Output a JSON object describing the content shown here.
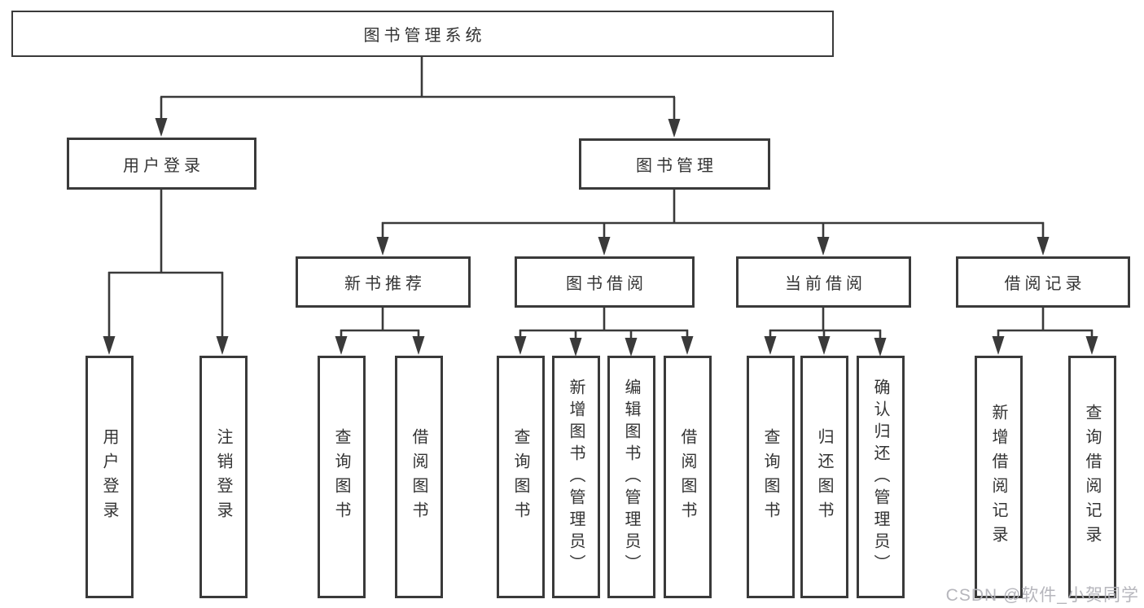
{
  "diagram": {
    "root": {
      "label": "图书管理系统"
    },
    "level2": {
      "user": {
        "label": "用户登录"
      },
      "book": {
        "label": "图书管理"
      }
    },
    "level3": {
      "new_books": {
        "label": "新书推荐"
      },
      "borrow": {
        "label": "图书借阅"
      },
      "current": {
        "label": "当前借阅"
      },
      "records": {
        "label": "借阅记录"
      }
    },
    "leaves": {
      "user": [
        {
          "label": "用户登录"
        },
        {
          "label": "注销登录"
        }
      ],
      "new_books": [
        {
          "label": "查询图书"
        },
        {
          "label": "借阅图书"
        }
      ],
      "borrow": [
        {
          "label": "查询图书"
        },
        {
          "label": "新增图书（管理员）"
        },
        {
          "label": "编辑图书（管理员）"
        },
        {
          "label": "借阅图书"
        }
      ],
      "current": [
        {
          "label": "查询图书"
        },
        {
          "label": "归还图书"
        },
        {
          "label": "确认归还（管理员）"
        }
      ],
      "records": [
        {
          "label": "新增借阅记录"
        },
        {
          "label": "查询借阅记录"
        }
      ]
    }
  },
  "watermark": {
    "text": "CSDN @软件_小贺同学"
  },
  "colors": {
    "line": "#3a3a3a",
    "box_border": "#3a3a3a",
    "text": "#333333",
    "background": "#ffffff",
    "watermark": "#b2b2b8"
  }
}
